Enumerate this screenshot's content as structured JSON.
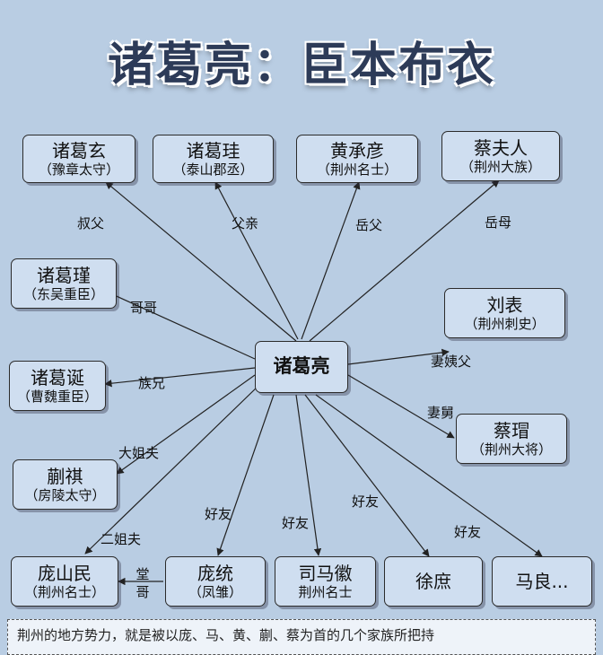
{
  "title": "诸葛亮：臣本布衣",
  "nodes": {
    "center": {
      "name": "诸葛亮",
      "role": ""
    },
    "zhuge_xuan": {
      "name": "诸葛玄",
      "role": "（豫章太守）"
    },
    "zhuge_gui": {
      "name": "诸葛珪",
      "role": "（泰山郡丞）"
    },
    "huang_chengyan": {
      "name": "黄承彦",
      "role": "（荆州名士）"
    },
    "cai_furen": {
      "name": "蔡夫人",
      "role": "（荆州大族）"
    },
    "zhuge_jin": {
      "name": "诸葛瑾",
      "role": "（东吴重臣）"
    },
    "zhuge_dan": {
      "name": "诸葛诞",
      "role": "（曹魏重臣）"
    },
    "kuai_qi": {
      "name": "蒯祺",
      "role": "（房陵太守）"
    },
    "pang_shanmin": {
      "name": "庞山民",
      "role": "（荆州名士）"
    },
    "liu_biao": {
      "name": "刘表",
      "role": "（荆州刺史）"
    },
    "cai_mao": {
      "name": "蔡瑁",
      "role": "（荆州大将）"
    },
    "pang_tong": {
      "name": "庞统",
      "role": "（凤雏）"
    },
    "sima_hui": {
      "name": "司马徽",
      "role": "荆州名士"
    },
    "xu_shu": {
      "name": "徐庶",
      "role": ""
    },
    "ma_liang": {
      "name": "马良...",
      "role": ""
    }
  },
  "labels": {
    "shufu": "叔父",
    "fuqin": "父亲",
    "yuefu": "岳父",
    "yuemu": "岳母",
    "gege": "哥哥",
    "zuxiong": "族兄",
    "dajiefu": "大姐夫",
    "erjiefu": "二姐夫",
    "qiyifu": "妻姨父",
    "qijiu": "妻舅",
    "haoyou_1": "好友",
    "haoyou_2": "好友",
    "haoyou_3": "好友",
    "haoyou_4": "好友",
    "tangge": "堂哥"
  },
  "note": "荆州的地方势力，就是被以庞、马、黄、蒯、蔡为首的几个家族所把持"
}
